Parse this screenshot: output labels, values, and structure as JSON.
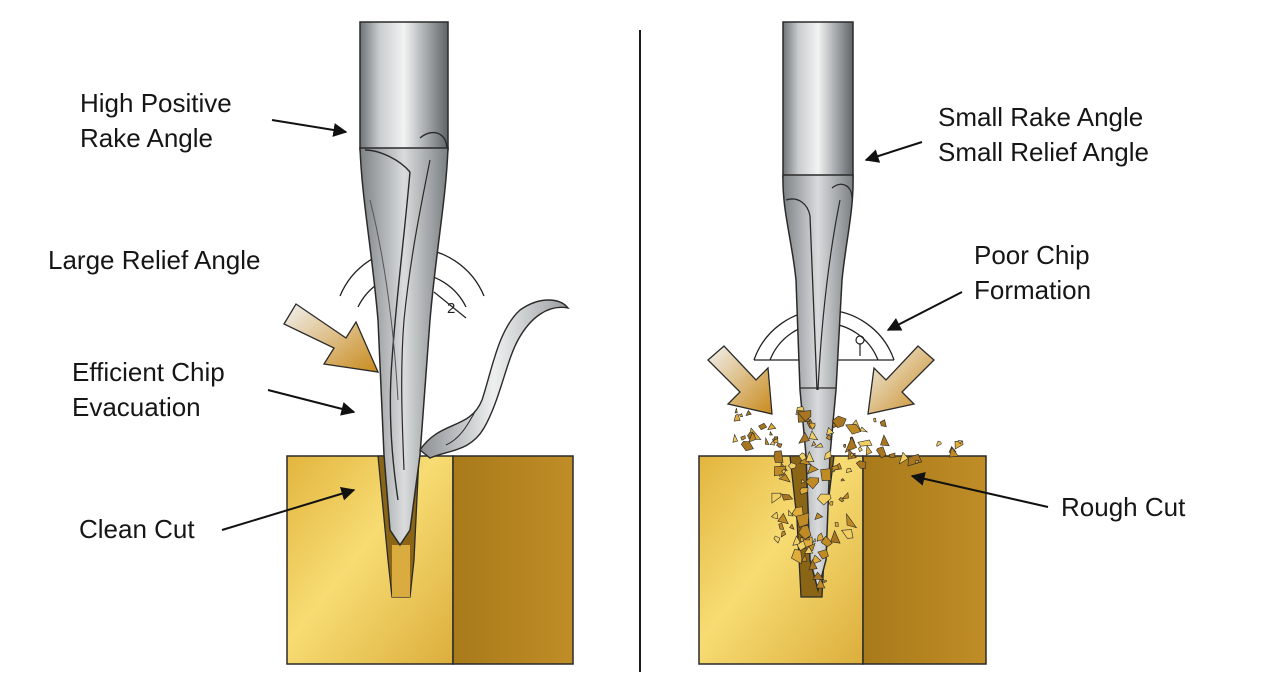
{
  "left_panel": {
    "rake_angle_label": [
      "High Positive",
      "Rake Angle"
    ],
    "relief_angle_label": "Large Relief Angle",
    "chip_evacuation_label": [
      "Efficient Chip",
      "Evacuation"
    ],
    "cut_label": "Clean Cut",
    "angle_mark": "2"
  },
  "right_panel": {
    "angles_label": [
      "Small Rake Angle",
      "Small Relief Angle"
    ],
    "chip_formation_label": [
      "Poor Chip",
      "Formation"
    ],
    "cut_label": "Rough Cut"
  },
  "colors": {
    "workpiece_light": "#f2cf5b",
    "workpiece_dark": "#b07f1d",
    "tool_steel": "#a4a8ac",
    "chips": "#c08a25",
    "force_arrow": "#d39a2a",
    "text": "#161616"
  },
  "icons": [
    "direction-arrow",
    "force-arrow",
    "spiral-chip-ribbon",
    "broken-chip-fragments"
  ]
}
